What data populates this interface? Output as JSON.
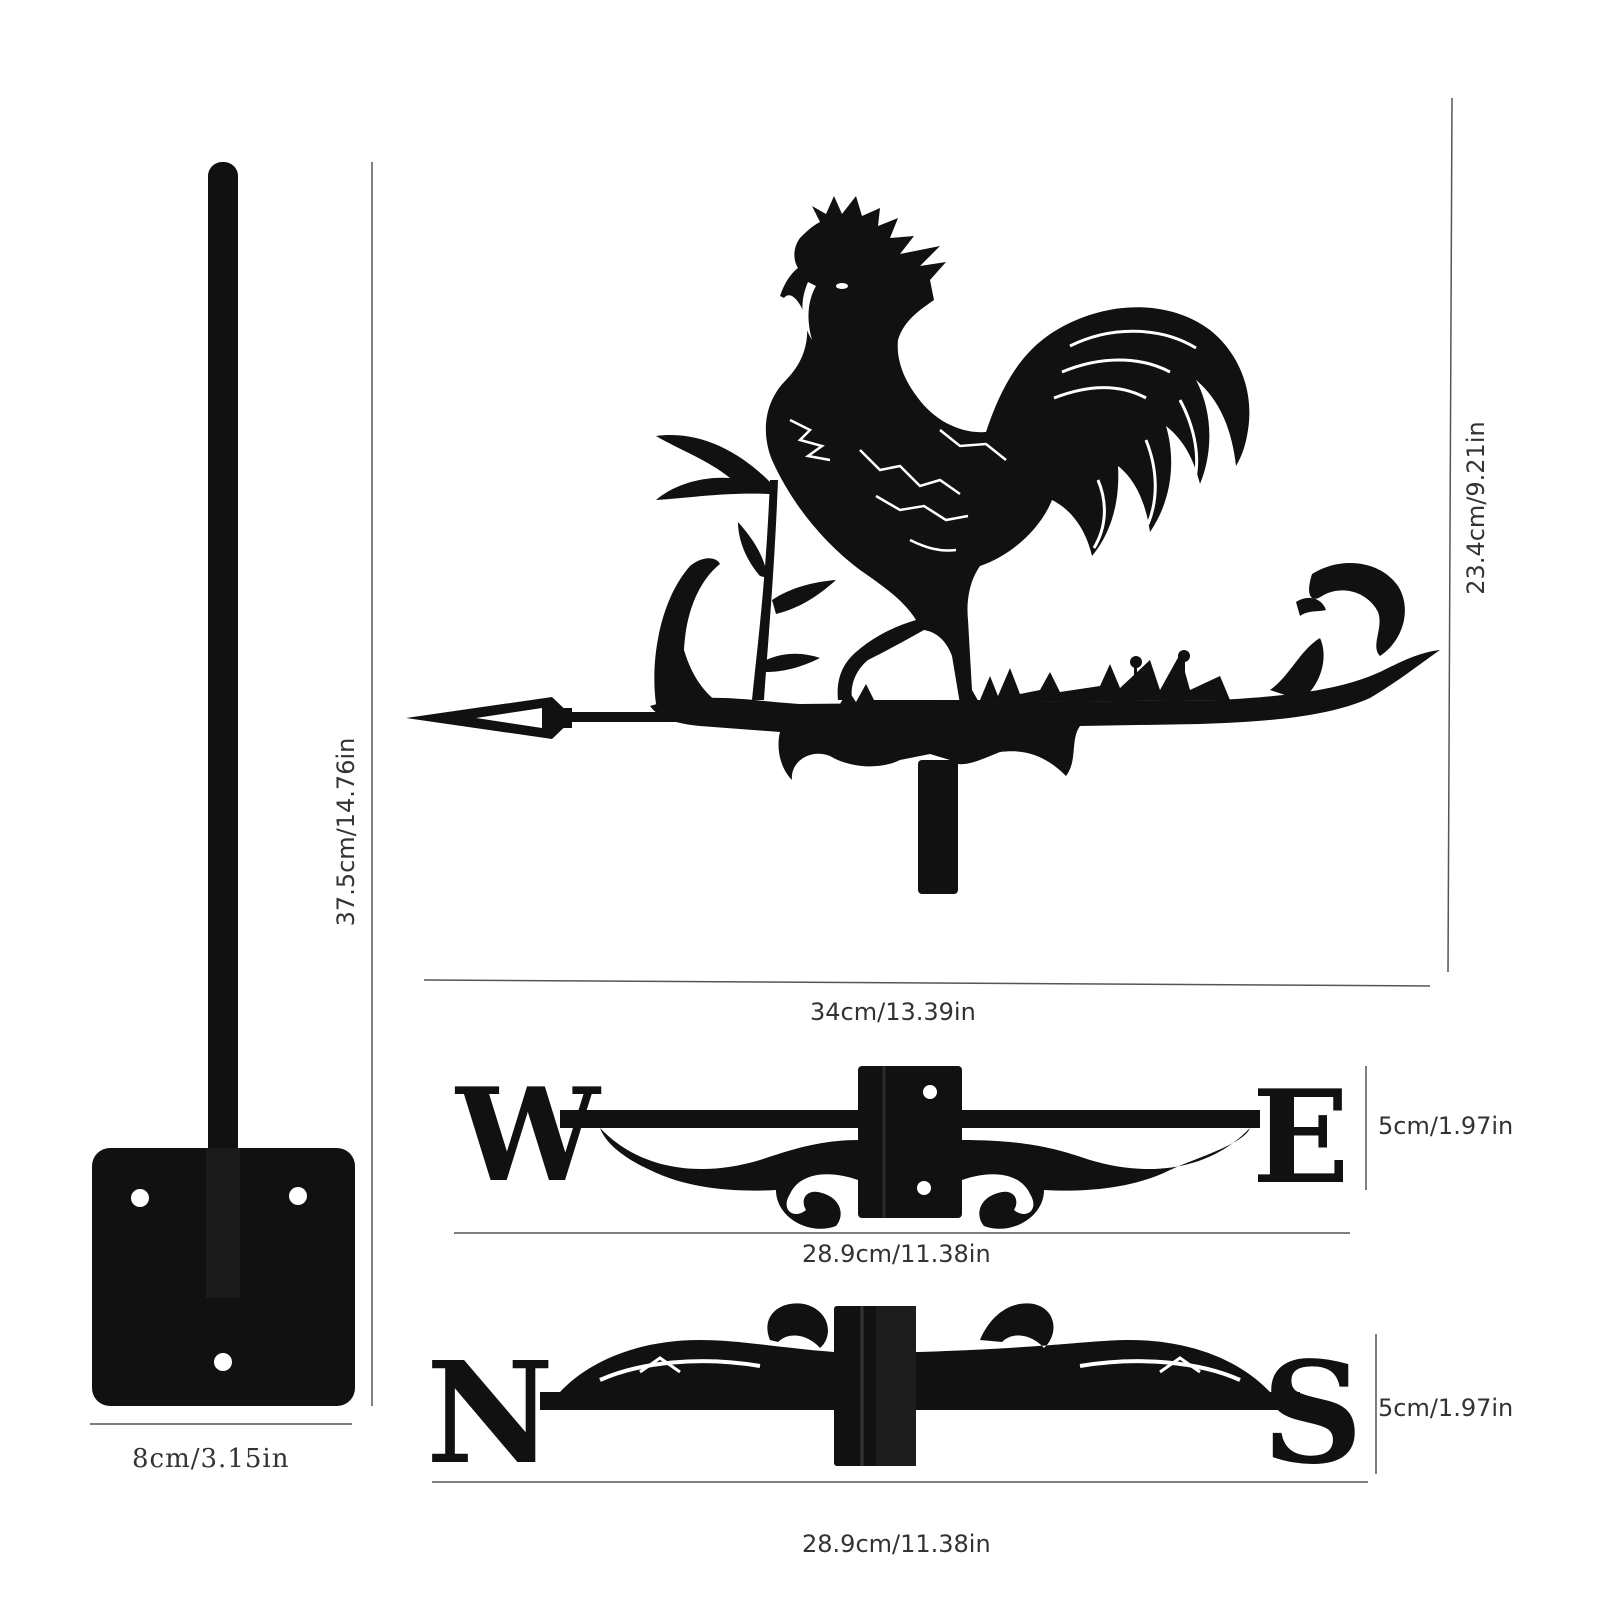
{
  "colors": {
    "metal": "#111111",
    "background": "#ffffff",
    "dimension_line": "#555555",
    "dimension_text": "#333333",
    "hole": "#ffffff"
  },
  "parts": {
    "pole": {
      "height_label": "37.5cm/14.76in"
    },
    "base_plate": {
      "width_label": "8cm/3.15in"
    },
    "rooster_vane": {
      "width_label": "34cm/13.39in",
      "height_label": "23.4cm/9.21in"
    },
    "west_east_arm": {
      "left_letter": "W",
      "right_letter": "E",
      "width_label": "28.9cm/11.38in",
      "height_label": "5cm/1.97in"
    },
    "north_south_arm": {
      "left_letter": "N",
      "right_letter": "S",
      "width_label": "28.9cm/11.38in",
      "height_label": "5cm/1.97in"
    }
  },
  "icons": {
    "rooster": "rooster-silhouette-icon",
    "arrow": "arrow-pointer-icon",
    "scroll": "ornamental-scroll-icon"
  }
}
